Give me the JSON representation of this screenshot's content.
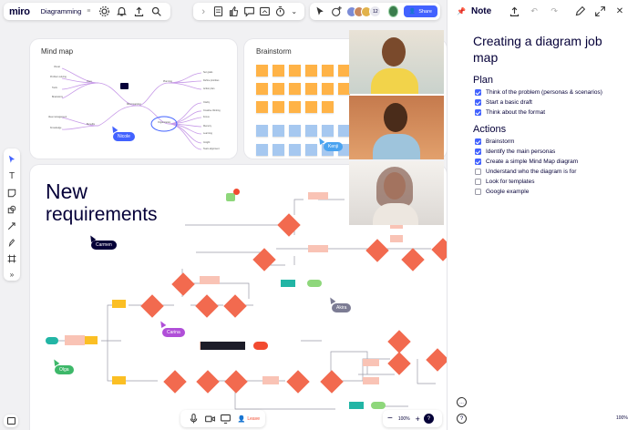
{
  "app": {
    "logo": "miro",
    "board_name": "Diagramming"
  },
  "header": {
    "collaborator_count": "12",
    "share_label": "Share"
  },
  "cards": {
    "mindmap_title": "Mind map",
    "brainstorm_title": "Brainstorm"
  },
  "canvas": {
    "big_title_line1": "New",
    "big_title_line2": "requirements",
    "cursors": [
      "Nicole",
      "Kenji",
      "Carmen",
      "Carina",
      "Akira",
      "Olga"
    ]
  },
  "bottom_bar": {
    "leave_label": "Leave",
    "zoom": "100%"
  },
  "note": {
    "panel_title": "Note",
    "doc_title": "Creating a diagram job map",
    "plan_heading": "Plan",
    "plan_items": [
      {
        "label": "Think of the problem (personas & scenarios)",
        "checked": true
      },
      {
        "label": "Start a basic draft",
        "checked": true
      },
      {
        "label": "Think about the format",
        "checked": true
      }
    ],
    "actions_heading": "Actions",
    "action_items": [
      {
        "label": "Brainstorm",
        "checked": true
      },
      {
        "label": "Identify the main personas",
        "checked": true
      },
      {
        "label": "Create a simple Mind Map diagram",
        "checked": true
      },
      {
        "label": "Understand who the diagram is for",
        "checked": false
      },
      {
        "label": "Look for templates",
        "checked": false
      },
      {
        "label": "Google example",
        "checked": false
      }
    ],
    "zoom": "100%"
  },
  "colors": {
    "accent": "#4262ff",
    "diamond": "#f26a4f",
    "sticky_orange": "#ffb347",
    "sticky_blue": "#a6c8f0",
    "mind_purple": "#c79ae8"
  },
  "icons": [
    "gear-icon",
    "bell-icon",
    "upload-icon",
    "search-icon",
    "pin-icon",
    "expand-icon",
    "close-icon",
    "mic-icon",
    "video-icon",
    "screen-icon",
    "help-icon",
    "chat-icon"
  ]
}
